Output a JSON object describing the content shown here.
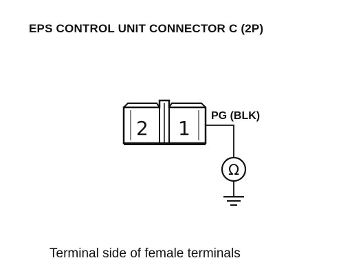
{
  "title": "EPS CONTROL UNIT CONNECTOR C (2P)",
  "connector": {
    "pins": [
      {
        "number": "2"
      },
      {
        "number": "1"
      }
    ],
    "wire_label": "PG (BLK)"
  },
  "meter_symbol": "Ω",
  "caption": "Terminal side of female terminals",
  "colors": {
    "ink": "#111111",
    "background": "#ffffff"
  },
  "icons": {
    "meter": "ohmmeter-icon",
    "ground": "ground-icon"
  }
}
